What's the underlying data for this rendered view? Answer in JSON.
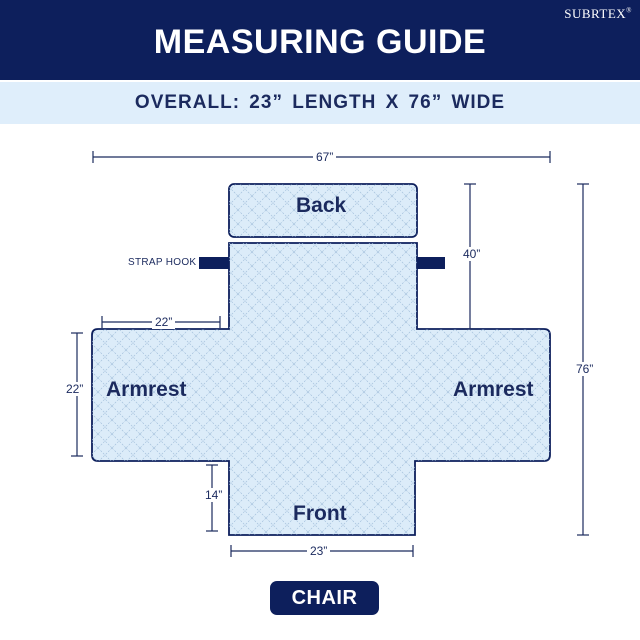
{
  "header": {
    "brand": "SUBRTEX",
    "brand_mark": "®",
    "title": "MEASURING GUIDE"
  },
  "overall": {
    "text": "OVERALL: 23” LENGTH X 76” WIDE"
  },
  "dimensions": {
    "total_width": "67”",
    "back_height": "40”",
    "total_length": "76”",
    "armrest_width": "22”",
    "armrest_height": "22”",
    "front_height": "14”",
    "front_width": "23”"
  },
  "parts": {
    "back": "Back",
    "armrest_left": "Armrest",
    "armrest_right": "Armrest",
    "front": "Front"
  },
  "strap_hook": "STRAP HOOK",
  "chair_label": "CHAIR",
  "colors": {
    "navy": "#0d1f5c",
    "light_blue": "#dfeefb",
    "cover_fill": "#dcecf9",
    "text": "#1b2a5e"
  }
}
